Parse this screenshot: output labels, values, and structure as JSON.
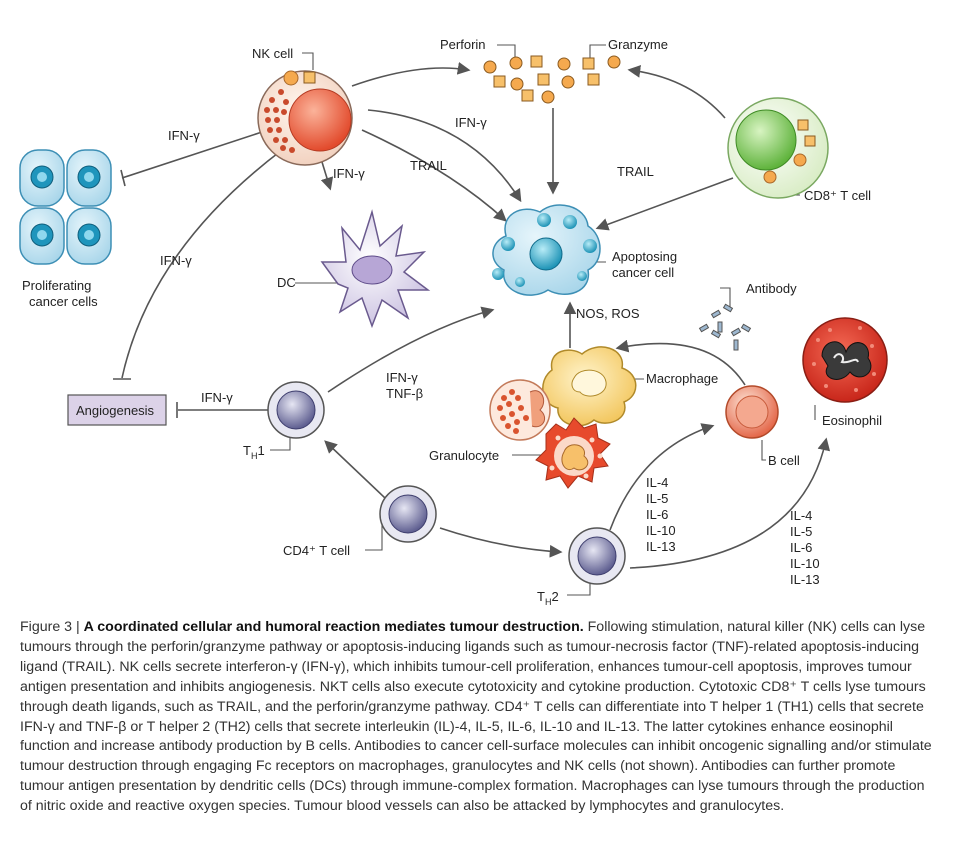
{
  "labels": {
    "nk_cell": "NK cell",
    "perforin": "Perforin",
    "granzyme": "Granzyme",
    "ifn_prolif": "IFN-γ",
    "ifn_center": "IFN-γ",
    "ifn_dc": "IFN-γ",
    "ifn_angio": "IFN-γ",
    "ifn_vertical": "IFN-γ",
    "ifn_th1": "IFN-γ",
    "tnf_beta": "TNF-β",
    "trail_left": "TRAIL",
    "trail_right": "TRAIL",
    "cd8": "CD8⁺ T cell",
    "prolif_line1": "Proliferating",
    "prolif_line2": "cancer cells",
    "dc": "DC",
    "apop_line1": "Apoptosing",
    "apop_line2": "cancer cell",
    "nos_ros": "NOS, ROS",
    "antibody": "Antibody",
    "macrophage": "Macrophage",
    "angiogenesis": "Angiogenesis",
    "th1_main": "T",
    "th1_sub": "H",
    "th1_num": "1",
    "granulocyte": "Granulocyte",
    "eosinophil": "Eosinophil",
    "b_cell": "B cell",
    "cd4": "CD4⁺ T cell",
    "th2_main": "T",
    "th2_sub": "H",
    "th2_num": "2",
    "il_left": [
      "IL-4",
      "IL-5",
      "IL-6",
      "IL-10",
      "IL-13"
    ],
    "il_right": [
      "IL-4",
      "IL-5",
      "IL-6",
      "IL-10",
      "IL-13"
    ]
  },
  "caption": {
    "prefix": "Figure 3 | ",
    "title": "A coordinated cellular and humoral reaction mediates tumour destruction.",
    "body": " Following stimulation, natural killer (NK) cells can lyse tumours through the perforin/granzyme pathway or apoptosis-inducing ligands such as tumour-necrosis factor (TNF)-related apoptosis-inducing ligand (TRAIL). NK cells secrete interferon-γ (IFN-γ), which inhibits tumour-cell proliferation, enhances tumour-cell apoptosis, improves tumour antigen presentation and inhibits angiogenesis. NKT cells also execute cytotoxicity and cytokine production. Cytotoxic CD8⁺ T cells lyse tumours through death ligands, such as TRAIL, and the perforin/granzyme pathway. CD4⁺ T cells can differentiate into T helper 1 (TH1) cells that secrete IFN-γ and TNF-β or T helper 2 (TH2) cells that secrete interleukin (IL)-4, IL-5, IL-6, IL-10 and IL-13. The latter cytokines enhance eosinophil function and increase antibody production by B cells. Antibodies to cancer cell-surface molecules can inhibit oncogenic signalling and/or stimulate tumour destruction through engaging Fc receptors on macrophages, granulocytes and NK cells (not shown). Antibodies can further promote tumour antigen presentation by dendritic cells (DCs) through immune-complex formation. Macrophages can lyse tumours through the production of nitric oxide and reactive oxygen species. Tumour blood vessels can also be attacked by lymphocytes and granulocytes."
  },
  "colors": {
    "nk_nucleus": "#e8533a",
    "granule_orange": "#f5a94e",
    "cancer_teal": "#2fa8c8",
    "cd8_green": "#8fcf6b",
    "dc_purple": "#8a76b0",
    "t_cell_blue": "#7a7aa8",
    "macrophage_yellow": "#f7d36b",
    "eosinophil_red": "#e23b2e",
    "angio_box": "#d9cfe6"
  }
}
